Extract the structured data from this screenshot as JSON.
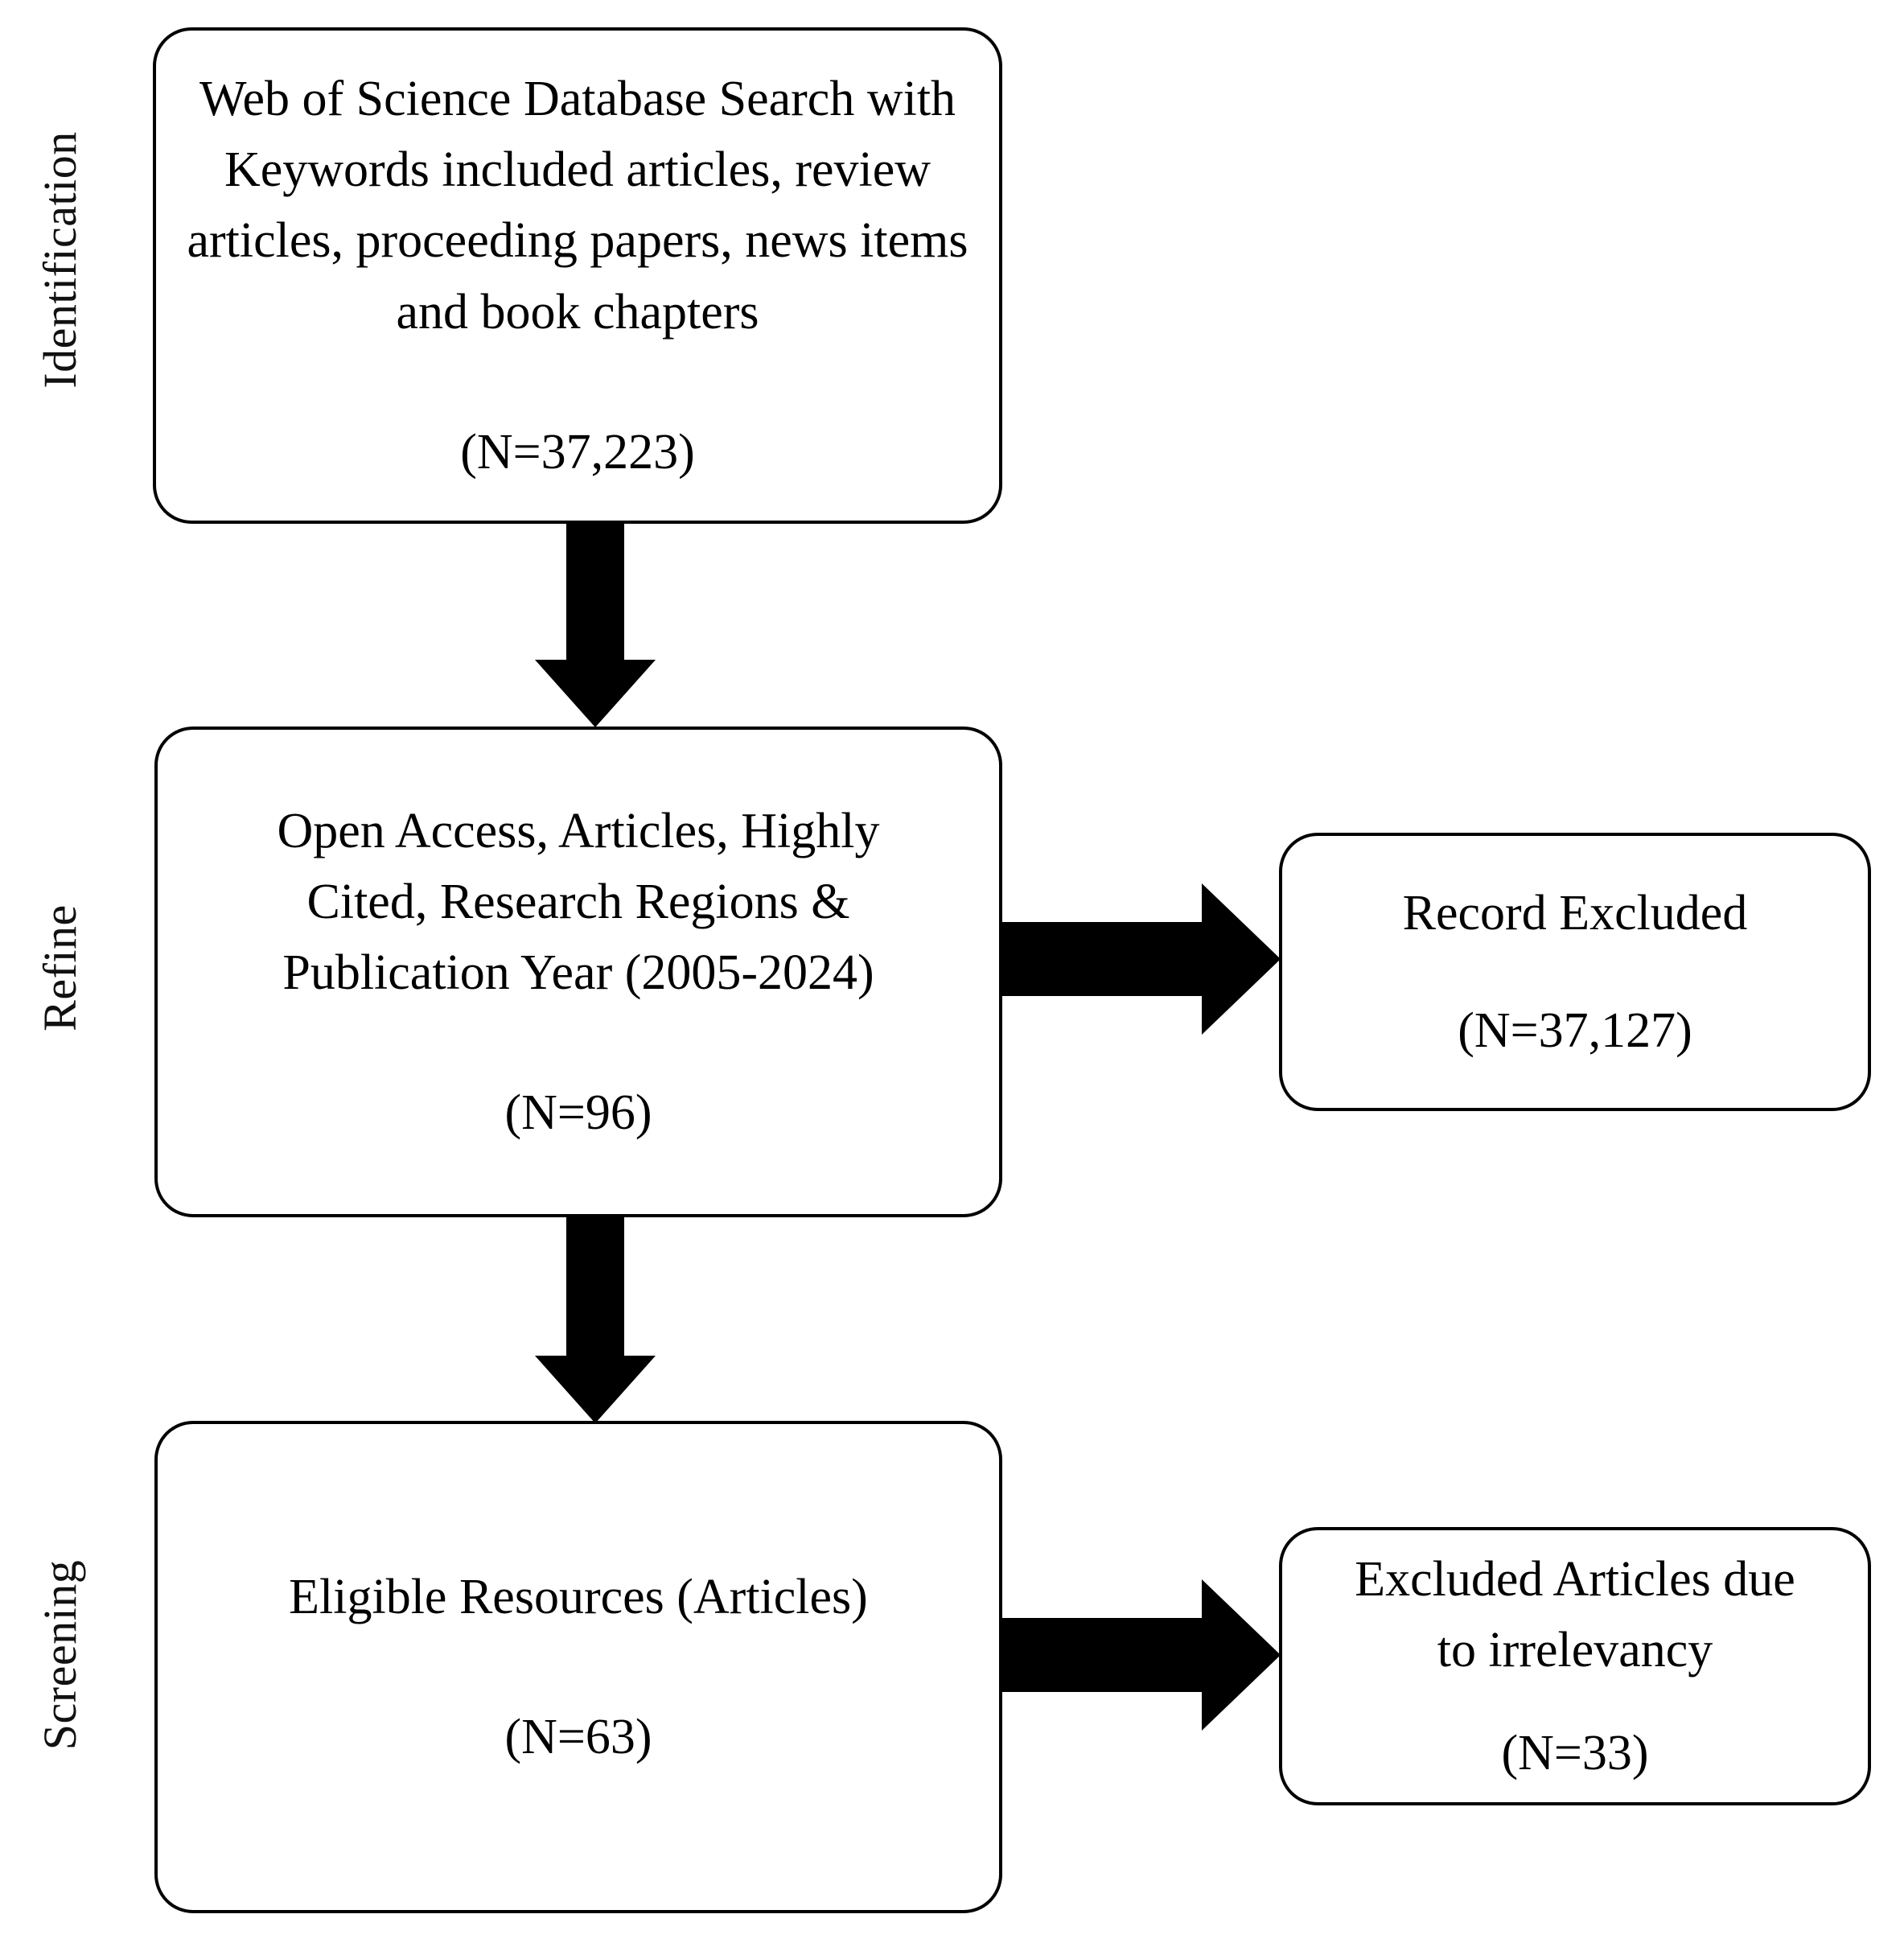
{
  "diagram": {
    "title": "PRISMA literature selection flow diagram",
    "stroke_color": "#000000",
    "fill_color": "#ffffff",
    "arrow_color": "#000000"
  },
  "stages": [
    {
      "id": "identification",
      "label": "Identification"
    },
    {
      "id": "refine",
      "label": "Refine"
    },
    {
      "id": "screening",
      "label": "Screening"
    }
  ],
  "nodes": {
    "identification_source": {
      "text": "Web of Science Database Search with Keywords included articles, review articles, proceeding papers, news items and book chapters",
      "count": "(N=37,223)"
    },
    "refine_filters": {
      "text": "Open Access, Articles, Highly Cited, Research Regions & Publication Year (2005-2024)",
      "count": "(N=96)"
    },
    "record_excluded": {
      "text": "Record Excluded",
      "count": "(N=37,127)"
    },
    "eligible_resources": {
      "text": "Eligible Resources (Articles)",
      "count": "(N=63)"
    },
    "excluded_irrelevant": {
      "text": "Excluded Articles due to irrelevancy",
      "count": "(N=33)"
    }
  },
  "arrows": [
    {
      "id": "identification-to-refine",
      "direction": "down",
      "from": "identification_source",
      "to": "refine_filters"
    },
    {
      "id": "refine-to-record-excluded",
      "direction": "right",
      "from": "refine_filters",
      "to": "record_excluded"
    },
    {
      "id": "refine-to-screening",
      "direction": "down",
      "from": "refine_filters",
      "to": "eligible_resources"
    },
    {
      "id": "screening-to-excluded-irrelevant",
      "direction": "right",
      "from": "eligible_resources",
      "to": "excluded_irrelevant"
    }
  ]
}
